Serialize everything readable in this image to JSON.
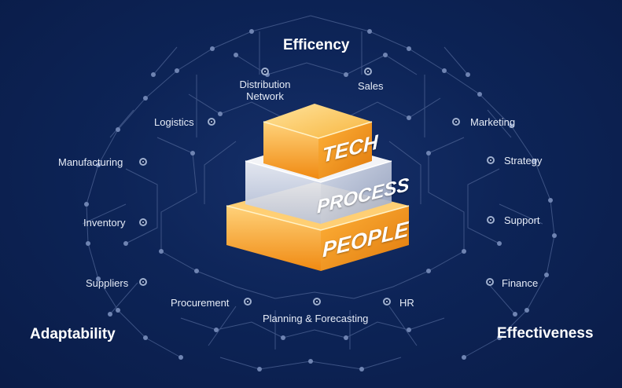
{
  "corners": {
    "top": "Efficency",
    "left": "Adaptability",
    "right": "Effectiveness"
  },
  "tiers": {
    "top": "TECH",
    "middle": "PROCESS",
    "bottom": "PEOPLE"
  },
  "labels": {
    "distribution_network": "Distribution Network",
    "sales": "Sales",
    "logistics": "Logistics",
    "marketing": "Marketing",
    "manufacturing": "Manufacturing",
    "strategy": "Strategy",
    "inventory": "Inventory",
    "support": "Support",
    "suppliers": "Suppliers",
    "finance": "Finance",
    "procurement": "Procurement",
    "hr": "HR",
    "planning_forecasting": "Planning & Forecasting"
  },
  "colors": {
    "background": "#0b1f4e",
    "tech_gold": "#f3a92c",
    "process_white": "#eef1f8",
    "people_orange": "#f49a1c",
    "network_line": "#5a6f9c"
  }
}
